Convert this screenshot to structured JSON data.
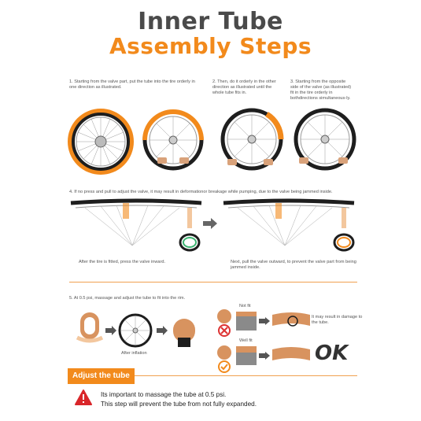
{
  "title_line1": "Inner Tube",
  "title_line2": "Assembly Steps",
  "step1": "1. Starting from the valve part, put the tube into the tire orderly in one direction as illustrated.",
  "step2": "2. Then, do it orderly in the other direction as illustrated until the whole tube fits in.",
  "step3": "3. Starting from the opposite side of the valve (as illustrated) fit in the tire orderly in bothdirections simultaneous-ly.",
  "step4": "4. If no press and pull to adjust the valve, it may result in deformationor breakage while pumping, due to the valve being jammed inside.",
  "caption_left": "After the tire is fitted, press the valve inward.",
  "caption_right": "Next, pull the valve outward, to prevent the valve part from being jammed inside.",
  "step5": "5. At 0.5 psi, massage and adjust the tube to fit into the rim.",
  "after_inflation": "After inflation",
  "not_fit": "Not fit",
  "well_fit": "Well fit",
  "not_fit_result": "It may result in damage to the tube.",
  "ok": "OK",
  "adjust_label": "Adjust the tube",
  "warning_line1": "Its important to massage the tube at 0.5 psi.",
  "warning_line2": "This step will prevent the tube from not fully expanded.",
  "colors": {
    "accent": "#f28a1c",
    "title": "#4a4a4a",
    "tire": "#1e1e1e"
  }
}
